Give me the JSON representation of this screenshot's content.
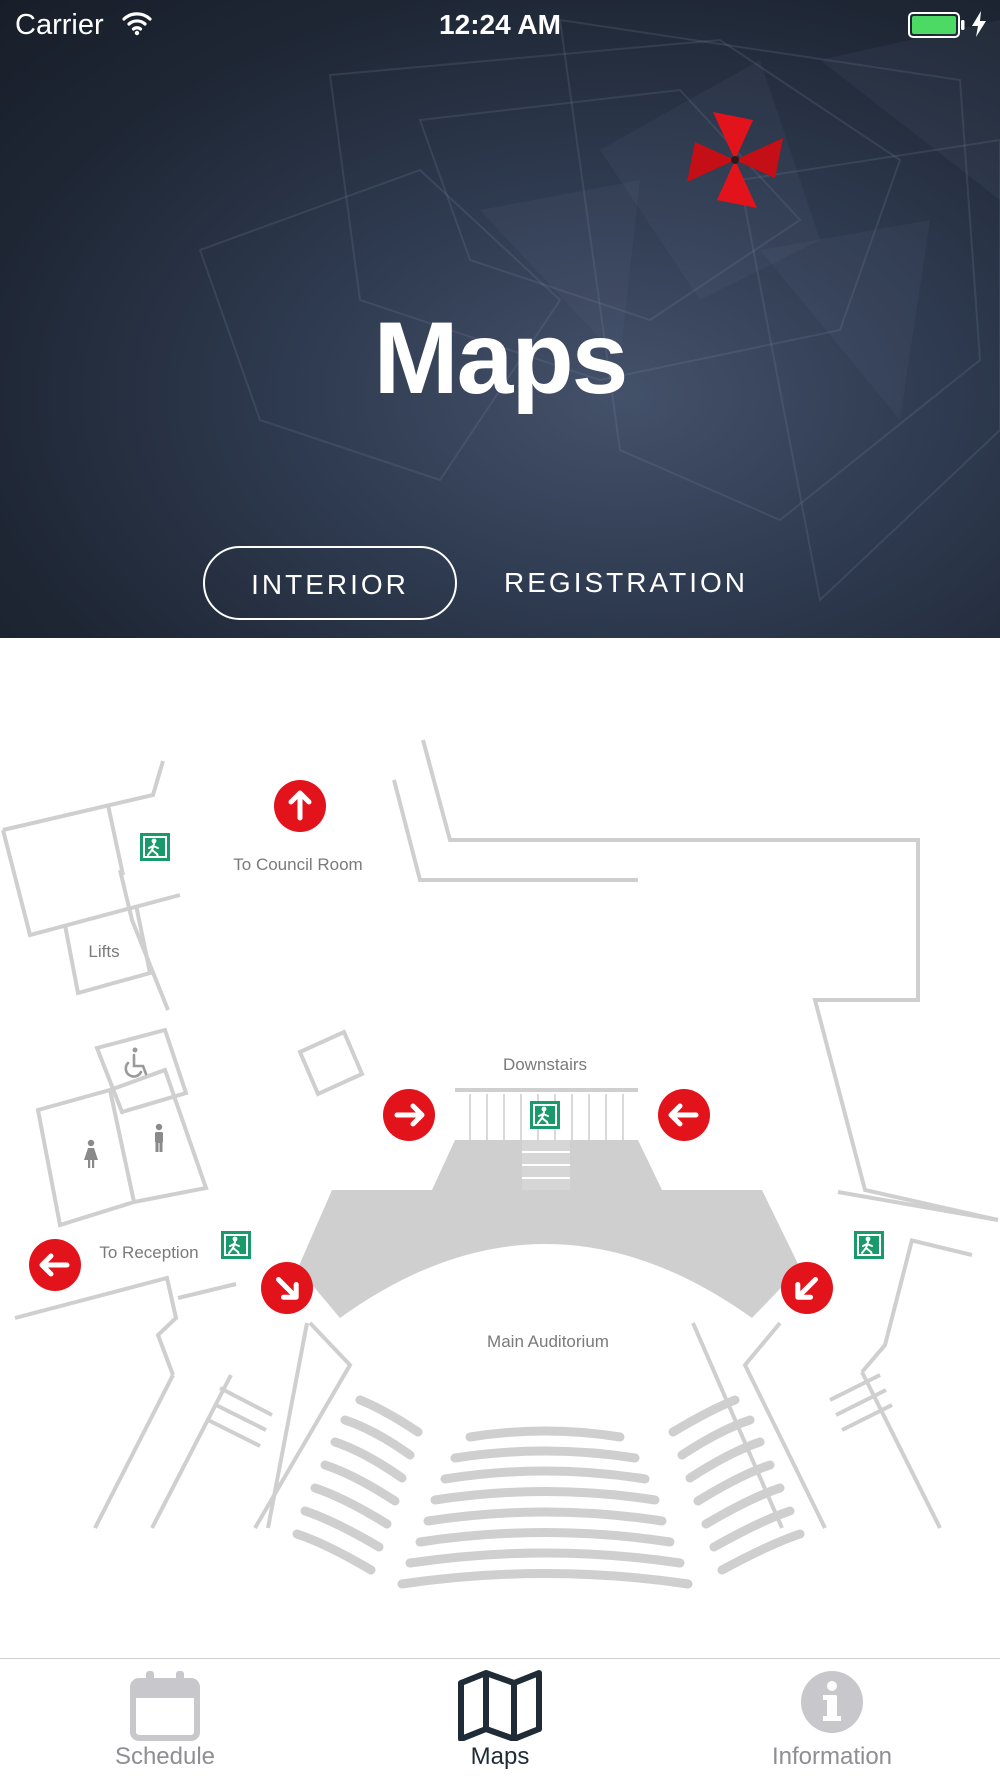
{
  "status_bar": {
    "carrier": "Carrier",
    "time": "12:24 AM",
    "battery_color": "#4cd964"
  },
  "header": {
    "title": "Maps",
    "brand_color": "#e3131b",
    "tabs": [
      {
        "label": "INTERIOR",
        "active": true
      },
      {
        "label": "REGISTRATION",
        "active": false
      }
    ]
  },
  "map": {
    "labels": {
      "council_room": "To Council Room",
      "lifts": "Lifts",
      "downstairs": "Downstairs",
      "reception": "To Reception",
      "auditorium": "Main Auditorium"
    },
    "colors": {
      "walls": "#cfcfcf",
      "seating": "#cfcfcf",
      "arrow_markers": "#e3131b",
      "exit_sign": "#1a9a6b"
    }
  },
  "tab_bar": {
    "items": [
      {
        "label": "Schedule",
        "icon": "calendar-icon",
        "selected": false
      },
      {
        "label": "Maps",
        "icon": "map-icon",
        "selected": true
      },
      {
        "label": "Information",
        "icon": "info-icon",
        "selected": false
      }
    ],
    "selected_color": "#1f2b36",
    "unselected_color": "#c7c7cc"
  }
}
